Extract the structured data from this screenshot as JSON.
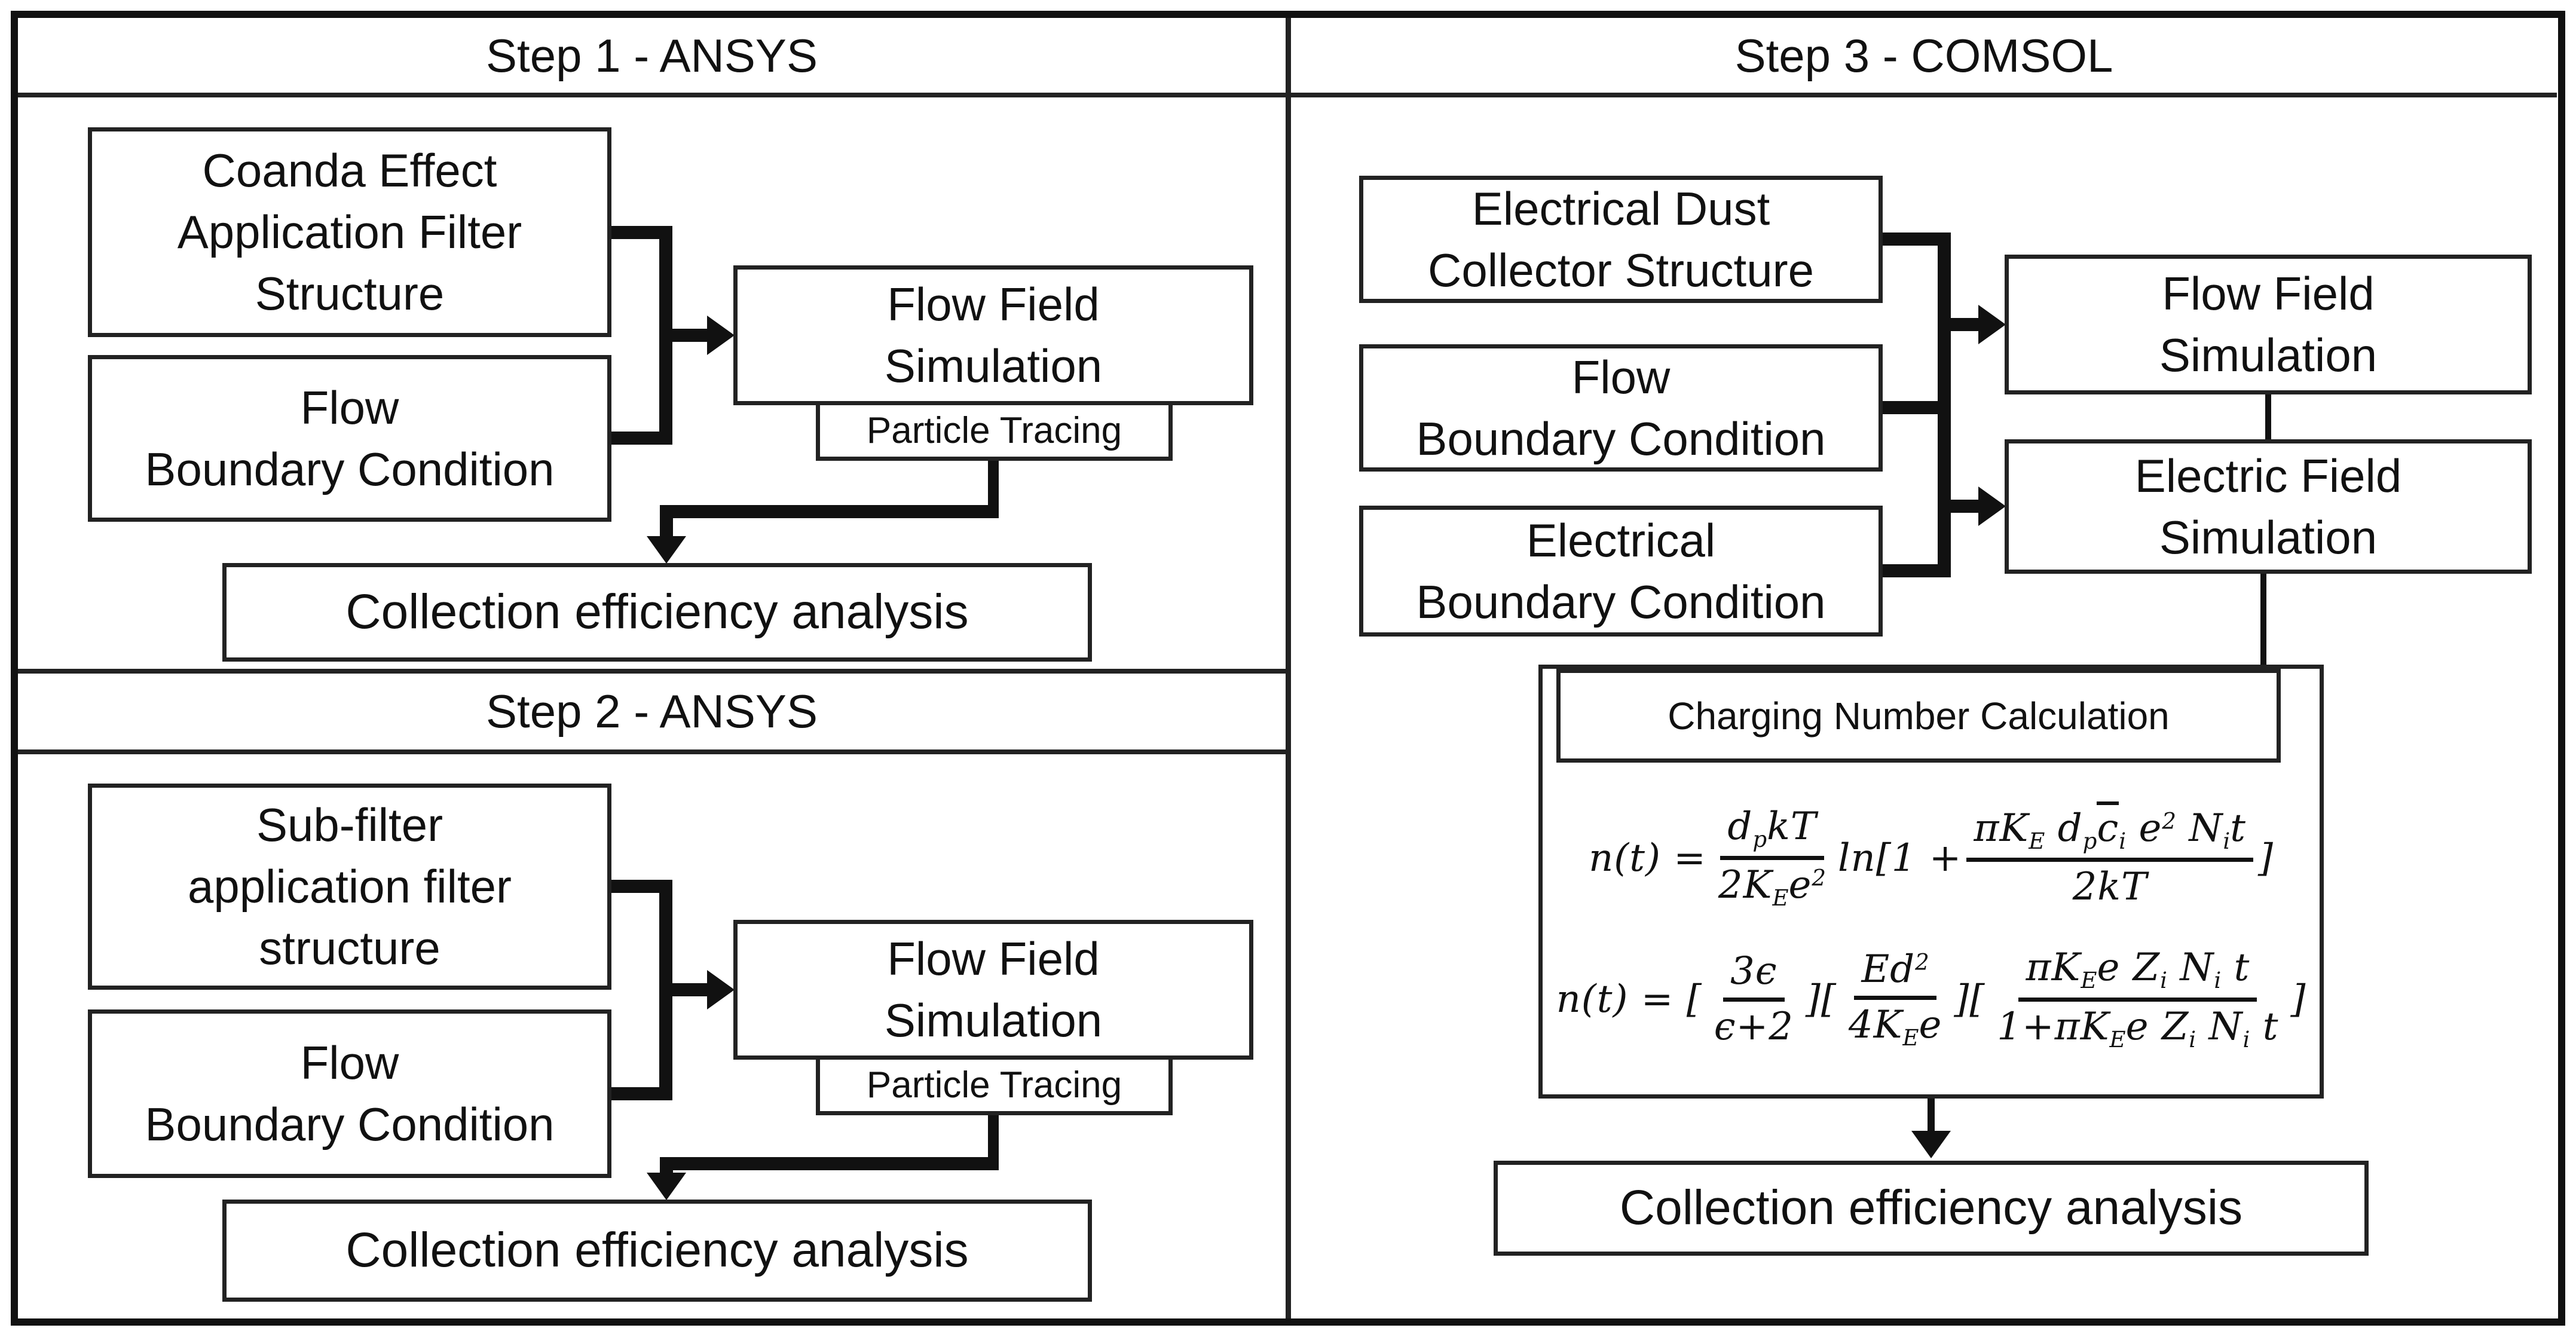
{
  "colors": {
    "background": "#ffffff",
    "line": "#111111",
    "box_border": "#222222",
    "text": "#111111"
  },
  "step1": {
    "title": "Step 1 - ANSYS",
    "structure_box": "Coanda Effect\nApplication Filter\nStructure",
    "flow_bc_box": "Flow\nBoundary Condition",
    "flow_field_box": "Flow Field\nSimulation",
    "particle_tracing_box": "Particle Tracing",
    "analysis_box": "Collection efficiency analysis"
  },
  "step2": {
    "title": "Step 2 - ANSYS",
    "structure_box": "Sub-filter\napplication filter\nstructure",
    "flow_bc_box": "Flow\nBoundary Condition",
    "flow_field_box": "Flow Field\nSimulation",
    "particle_tracing_box": "Particle Tracing",
    "analysis_box": "Collection efficiency analysis"
  },
  "step3": {
    "title": "Step 3 - COMSOL",
    "structure_box": "Electrical Dust\nCollector Structure",
    "flow_bc_box": "Flow\nBoundary Condition",
    "electrical_bc_box": "Electrical\nBoundary Condition",
    "flow_field_box": "Flow Field\nSimulation",
    "electric_field_box": "Electric Field\nSimulation",
    "charging_title": "Charging Number Calculation",
    "equation_1_html": "n(t) = <span class='frac'><span class='num'>d<sub>p</sub>kT</span><span class='den'>2K<sub>E</sub>e<sup>2</sup></span></span>ln[1 + <span class='frac'><span class='num'>πK<sub>E</sub> d<sub>p</sub><span class='ovl'>c</span><sub>i</sub> e<sup>2</sup> N<sub>i</sub>t</span><span class='den'>2kT</span></span>]",
    "equation_2_html": "n(t) = [<span class='frac'><span class='num'>3ϵ</span><span class='den'>ϵ+2</span></span>][<span class='frac'><span class='num'>Ed<sup>2</sup></span><span class='den'>4K<sub>E</sub>e</span></span>][<span class='frac'><span class='num'>πK<sub>E</sub>e Z<sub>i</sub> N<sub>i</sub> t</span><span class='den'>1+πK<sub>E</sub>e Z<sub>i</sub> N<sub>i</sub> t</span></span>]",
    "analysis_box": "Collection efficiency analysis"
  }
}
